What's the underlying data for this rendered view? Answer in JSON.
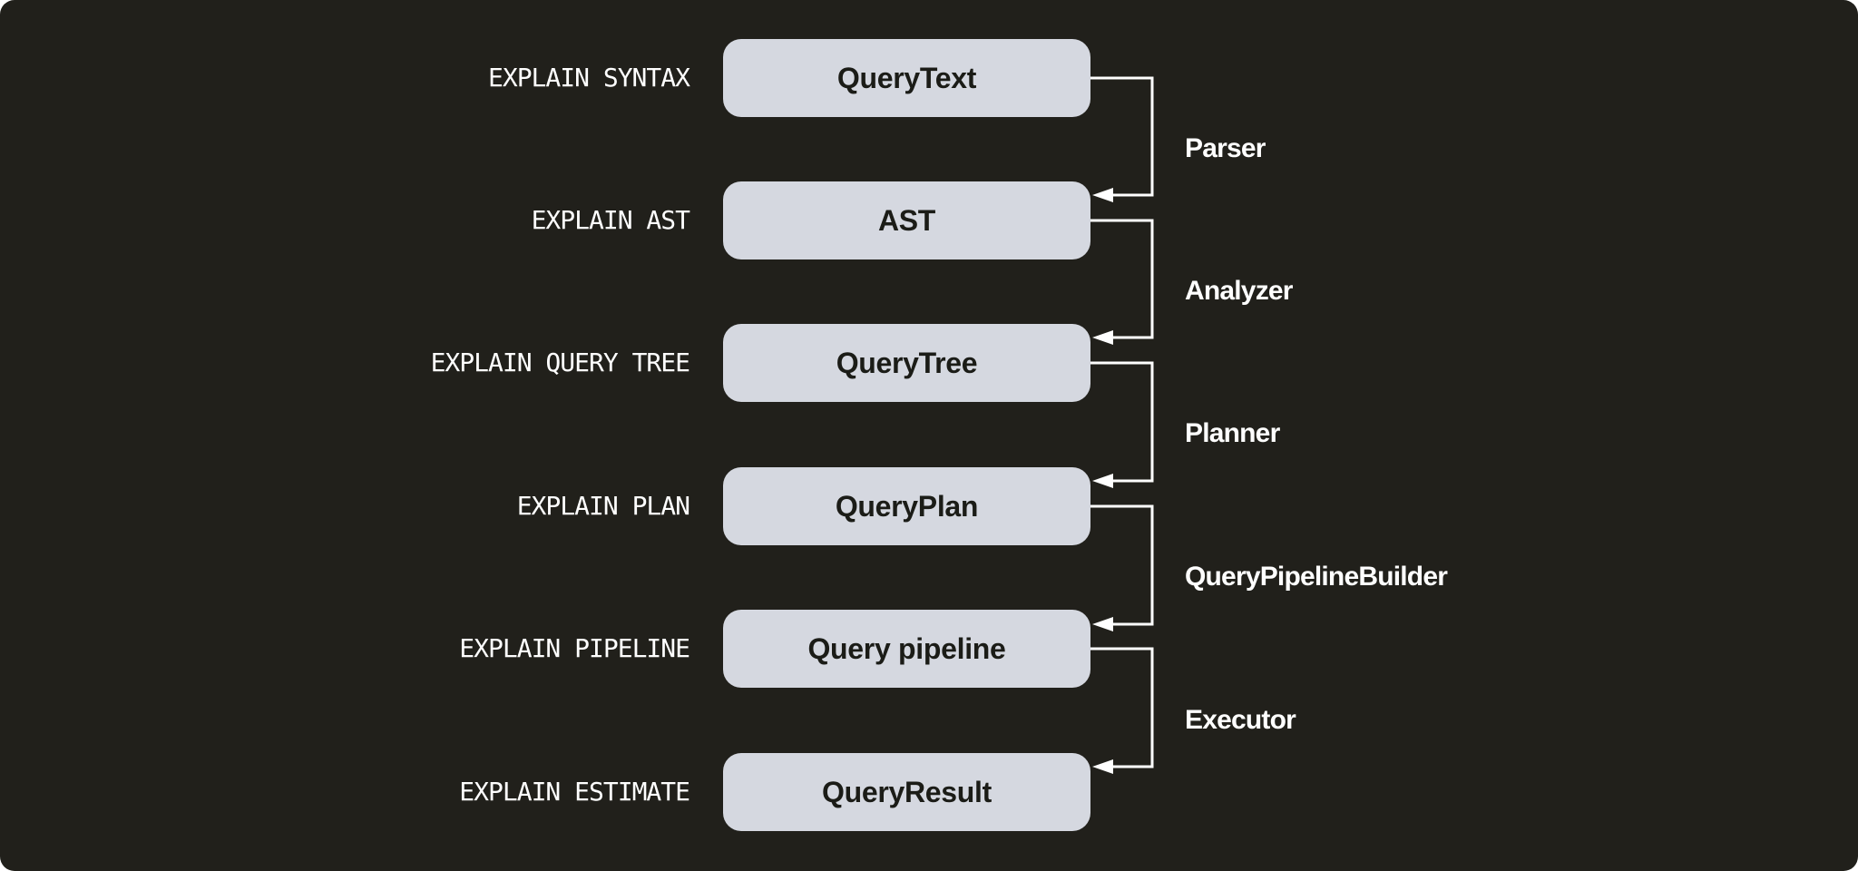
{
  "diagram": {
    "stages": [
      {
        "command": "EXPLAIN SYNTAX",
        "artifact": "QueryText"
      },
      {
        "command": "EXPLAIN AST",
        "artifact": "AST"
      },
      {
        "command": "EXPLAIN QUERY TREE",
        "artifact": "QueryTree"
      },
      {
        "command": "EXPLAIN PLAN",
        "artifact": "QueryPlan"
      },
      {
        "command": "EXPLAIN PIPELINE",
        "artifact": "Query pipeline"
      },
      {
        "command": "EXPLAIN ESTIMATE",
        "artifact": "QueryResult"
      }
    ],
    "transitions": [
      {
        "component": "Parser"
      },
      {
        "component": "Analyzer"
      },
      {
        "component": "Planner"
      },
      {
        "component": "QueryPipelineBuilder"
      },
      {
        "component": "Executor"
      }
    ],
    "colors": {
      "background": "#21201b",
      "box_fill": "#d5d8e0",
      "box_text": "#1b1c17",
      "label_text": "#ffffff",
      "connector": "#ffffff"
    }
  }
}
